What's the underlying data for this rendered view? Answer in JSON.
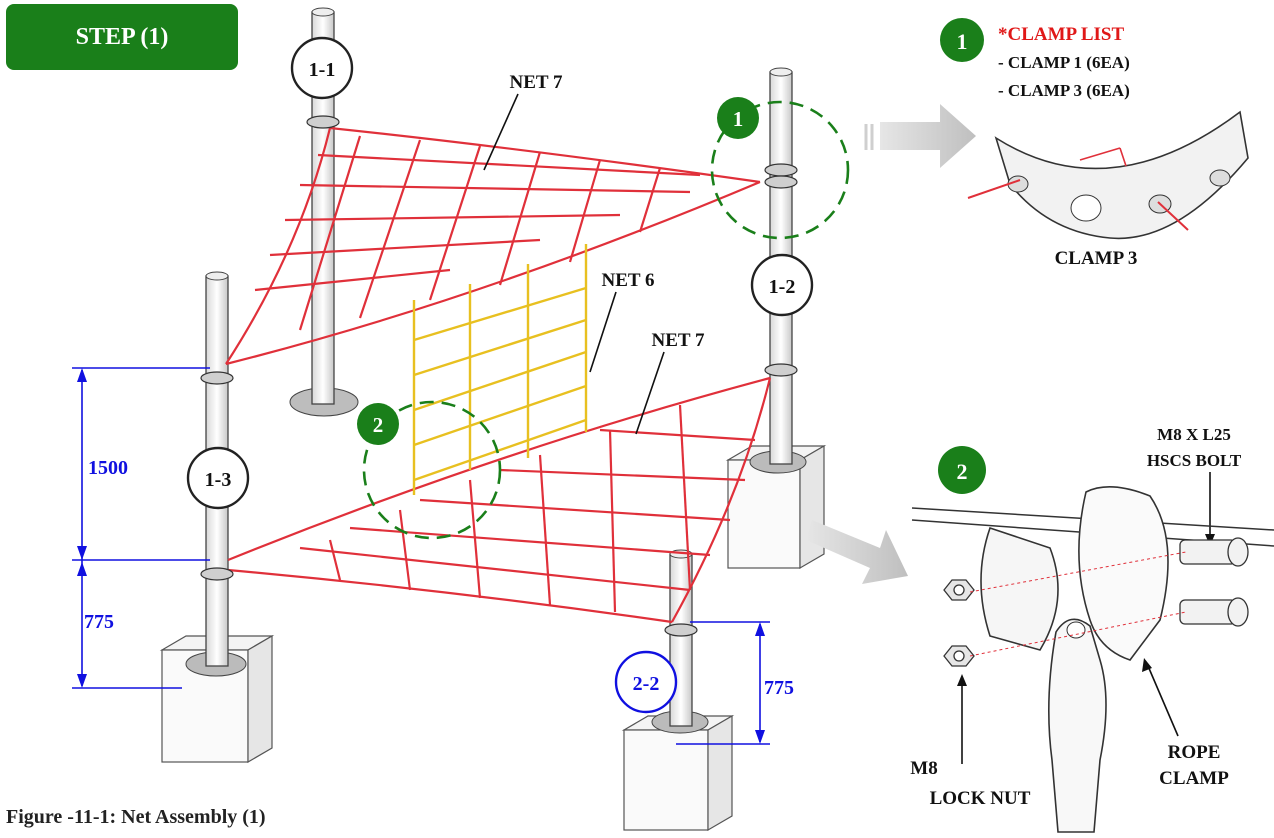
{
  "step_label": "STEP (1)",
  "caption": "Figure -11-1: Net Assembly (1)",
  "post_labels": [
    "1-1",
    "1-2",
    "1-3",
    "2-2"
  ],
  "net_labels": {
    "upper": "NET 7",
    "middle": "NET 6",
    "lower": "NET 7"
  },
  "callouts": [
    "1",
    "2"
  ],
  "detail1": {
    "number": "1",
    "list_title": "*CLAMP LIST",
    "list_items": [
      "- CLAMP 1 (6EA)",
      "- CLAMP 3 (6EA)"
    ],
    "clamp_label": "CLAMP 3"
  },
  "detail2": {
    "number": "2",
    "bolt_label_1": "M8 X L25",
    "bolt_label_2": "HSCS BOLT",
    "nut_label_1": "M8",
    "nut_label_2": "LOCK NUT",
    "rope_label_1": "ROPE",
    "rope_label_2": "CLAMP"
  },
  "dimensions": {
    "left_upper": "1500",
    "left_lower": "775",
    "right_lower": "775"
  },
  "colors": {
    "green": "#1a7f1a",
    "net_red": "#e0303a",
    "net_yellow": "#e8c020",
    "dim_blue": "#1010e0",
    "title_red": "#e01818"
  }
}
